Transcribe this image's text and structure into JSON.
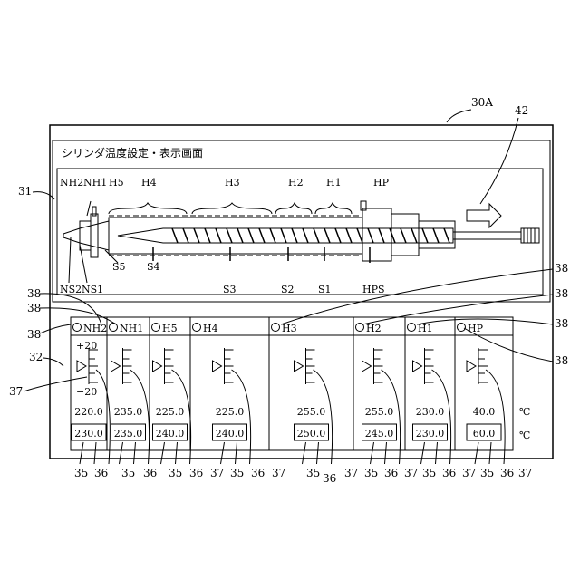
{
  "screen": {
    "title": "シリンダ温度設定・表示画面",
    "ref_screen": "30A",
    "ref_arrow": "42",
    "ref_cylinder": "31",
    "ref_panel": "32"
  },
  "cylinder": {
    "top_labels": [
      "NH2",
      "NH1",
      "H5",
      "H4",
      "H3",
      "H2",
      "H1",
      "HP"
    ],
    "bottom_labels": [
      "NS2",
      "NS1",
      "S5",
      "S4",
      "S3",
      "S2",
      "S1",
      "HPS"
    ]
  },
  "zones": [
    {
      "name": "NH2",
      "measured": "220.0",
      "setpoint": "230.0"
    },
    {
      "name": "NH1",
      "measured": "235.0",
      "setpoint": "235.0"
    },
    {
      "name": "H5",
      "measured": "225.0",
      "setpoint": "240.0"
    },
    {
      "name": "H4",
      "measured": "225.0",
      "setpoint": "240.0"
    },
    {
      "name": "H3",
      "measured": "255.0",
      "setpoint": "250.0"
    },
    {
      "name": "H2",
      "measured": "255.0",
      "setpoint": "245.0"
    },
    {
      "name": "H1",
      "measured": "230.0",
      "setpoint": "230.0"
    },
    {
      "name": "HP",
      "measured": "40.0",
      "setpoint": "60.0"
    }
  ],
  "scale": {
    "plus": "+20",
    "minus": "−20"
  },
  "units": {
    "measured": "℃",
    "setpoint": "℃"
  },
  "refs": {
    "indicator": "38",
    "bar": "37",
    "measured": "35",
    "setpoint": "36",
    "bottom_sequence": [
      "35",
      "36",
      "35",
      "36",
      "35",
      "36",
      "37",
      "35",
      "36",
      "37",
      "35",
      "36",
      "37",
      "35",
      "36",
      "37",
      "35",
      "36",
      "37"
    ]
  }
}
